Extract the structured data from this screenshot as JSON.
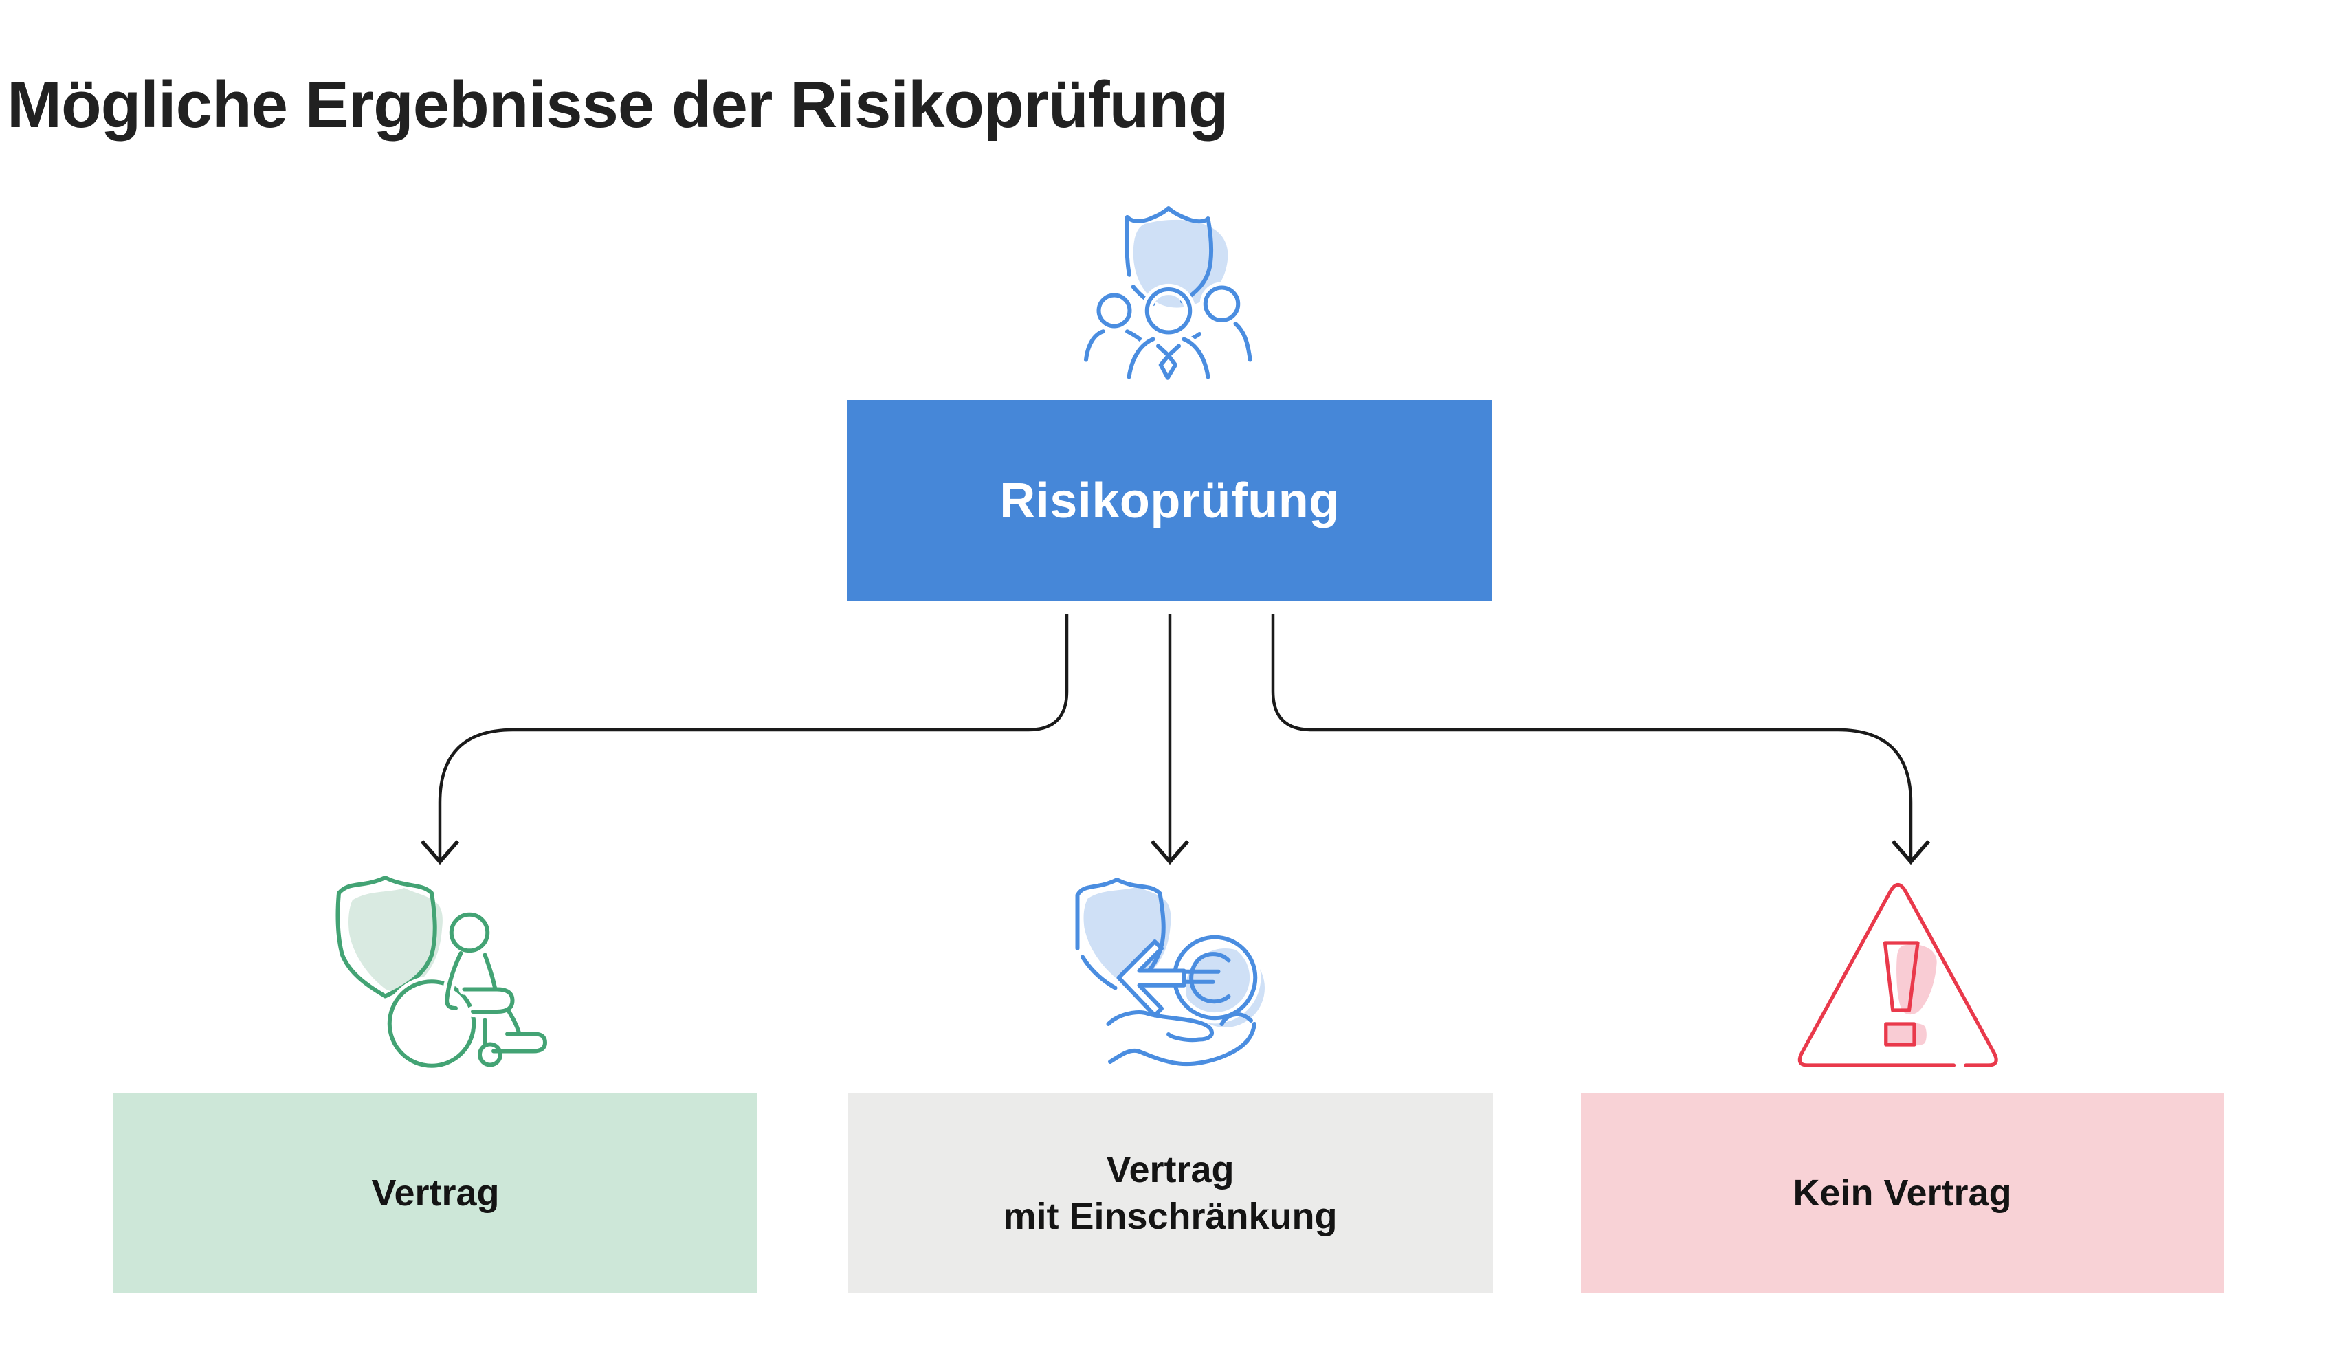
{
  "page": {
    "title": "Mögliche Ergebnisse der Risikoprüfung",
    "background": "#ffffff"
  },
  "root": {
    "label": "Risikoprüfung",
    "icon": "shield-team-icon",
    "box_color": "#4687d8",
    "text_color": "#ffffff"
  },
  "outcomes": [
    {
      "id": "vertrag",
      "icon": "shield-wheelchair-icon",
      "label_line1": "Vertrag",
      "label_line2": "",
      "box_color": "#cde7d8",
      "accent_color": "#43a374"
    },
    {
      "id": "vertrag-mit-einschraenkung",
      "icon": "shield-euro-hand-icon",
      "label_line1": "Vertrag",
      "label_line2": "mit Einschränkung",
      "box_color": "#ebebea",
      "accent_color": "#4a8de0"
    },
    {
      "id": "kein-vertrag",
      "icon": "warning-triangle-icon",
      "label_line1": "Kein Vertrag",
      "label_line2": "",
      "box_color": "#f8d2d6",
      "accent_color": "#e9394b"
    }
  ],
  "colors": {
    "title_text": "#212121",
    "label_text": "#141414",
    "connector": "#1a1a1a",
    "root_box_bg": "#4687d8",
    "icon_blue": "#4a8de0",
    "icon_blue_fill": "#cfe0f6",
    "icon_green": "#43a374",
    "icon_green_fill": "#d9eae1",
    "icon_red": "#e9394b",
    "icon_red_fill": "#f9ccd4"
  }
}
